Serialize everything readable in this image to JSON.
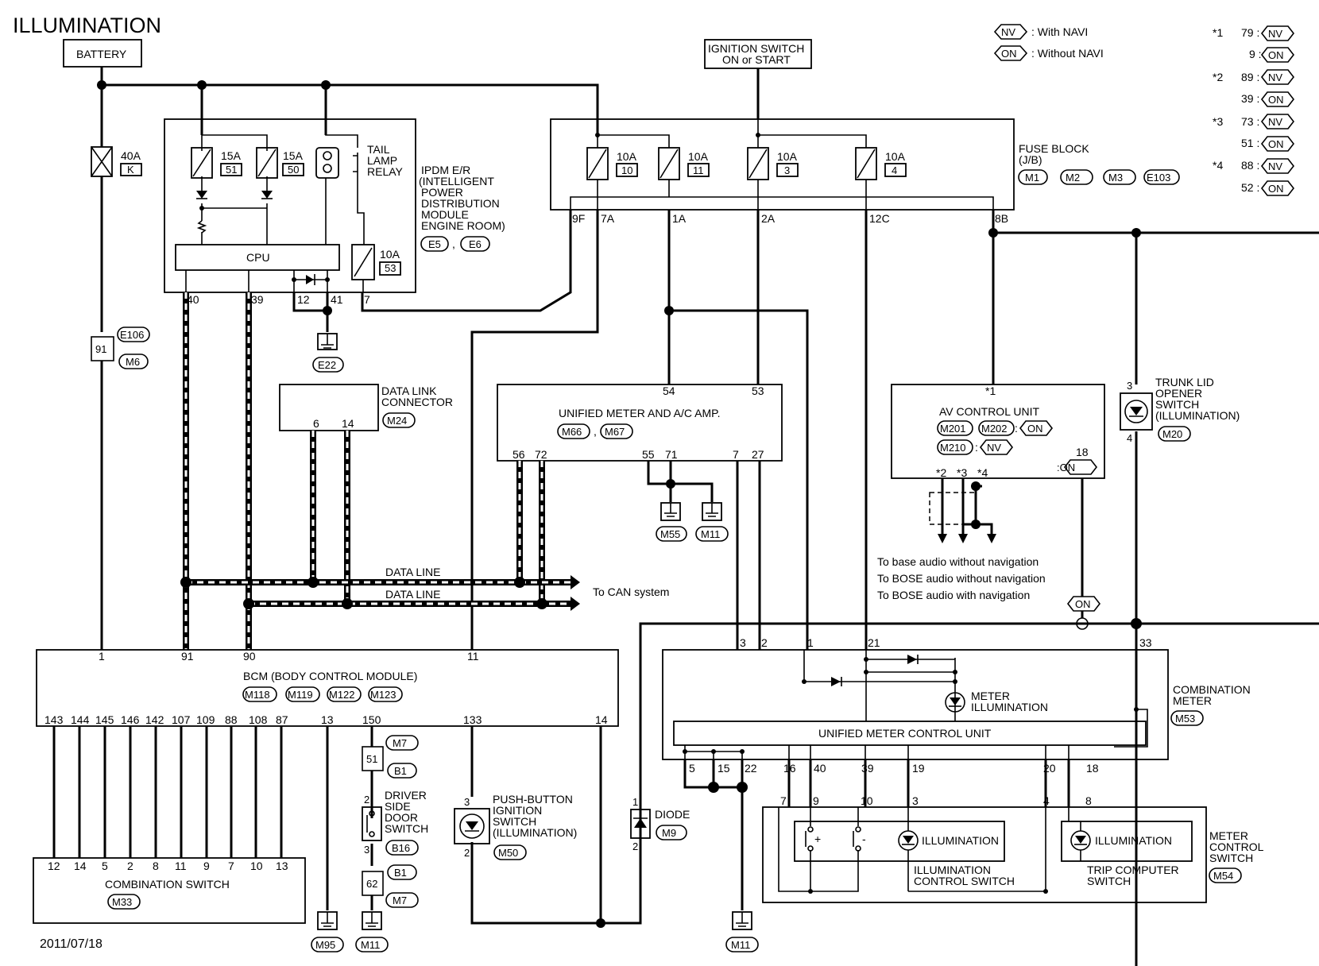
{
  "title": "ILLUMINATION",
  "date": "2011/07/18",
  "legend": {
    "nv": "NV",
    "nv_text": ": With NAVI",
    "on": "ON",
    "on_text": ": Without NAVI",
    "notes": [
      {
        "star": "*1",
        "rows": [
          {
            "pin": "79 :",
            "tag": "NV"
          },
          {
            "pin": "9 :",
            "tag": "ON"
          }
        ]
      },
      {
        "star": "*2",
        "rows": [
          {
            "pin": "89 :",
            "tag": "NV"
          },
          {
            "pin": "39 :",
            "tag": "ON"
          }
        ]
      },
      {
        "star": "*3",
        "rows": [
          {
            "pin": "73 :",
            "tag": "NV"
          },
          {
            "pin": "51 :",
            "tag": "ON"
          }
        ]
      },
      {
        "star": "*4",
        "rows": [
          {
            "pin": "88 :",
            "tag": "NV"
          },
          {
            "pin": "52 :",
            "tag": "ON"
          }
        ]
      }
    ]
  },
  "battery": {
    "label": "BATTERY",
    "fuse": "40A",
    "fuse_id": "K",
    "conn": "91",
    "c1": "E106",
    "c2": "M6"
  },
  "ignition": {
    "line1": "IGNITION SWITCH",
    "line2": "ON or START"
  },
  "ipdm": {
    "name": [
      "IPDM E/R",
      "(INTELLIGENT",
      "POWER",
      "DISTRIBUTION",
      "MODULE",
      "ENGINE ROOM)"
    ],
    "c1": "E5",
    "c2": "E6",
    "fuse1": "15A",
    "fuse1_id": "51",
    "fuse2": "15A",
    "fuse2_id": "50",
    "relay": [
      "TAIL",
      "LAMP",
      "RELAY"
    ],
    "fuse3": "10A",
    "fuse3_id": "53",
    "cpu": "CPU",
    "pins": [
      "40",
      "39",
      "12",
      "41",
      "7"
    ],
    "ground": "E22"
  },
  "fuse_block": {
    "name": [
      "FUSE BLOCK",
      "(J/B)"
    ],
    "conns": [
      "M1",
      "M2",
      "M3",
      "E103"
    ],
    "fuses": [
      {
        "a": "10A",
        "id": "10"
      },
      {
        "a": "10A",
        "id": "11"
      },
      {
        "a": "10A",
        "id": "3"
      },
      {
        "a": "10A",
        "id": "4"
      }
    ],
    "pins": [
      "9F",
      "7A",
      "1A",
      "2A",
      "12C",
      "8B"
    ]
  },
  "dlc": {
    "name": [
      "DATA LINK",
      "CONNECTOR"
    ],
    "conn": "M24",
    "pins": [
      "6",
      "14"
    ]
  },
  "meter_amp": {
    "name": "UNIFIED METER AND A/C AMP.",
    "c1": "M66",
    "c2": "M67",
    "top_pins": [
      "54",
      "53"
    ],
    "bot_pins": [
      "56",
      "72",
      "55",
      "71",
      "7",
      "27"
    ],
    "g1": "M55",
    "g2": "M11"
  },
  "av": {
    "star": "*1",
    "name": "AV CONTROL UNIT",
    "c1": "M201",
    "c2": "M202",
    "on": "ON",
    "c3": "M210",
    "nv": "NV",
    "pin18": "18",
    "on18": ":ON",
    "stars": [
      "*2",
      "*3",
      "*4"
    ],
    "dest": [
      "To base audio without navigation",
      "To BOSE audio without navigation",
      "To BOSE audio with navigation"
    ],
    "on_tag": "ON"
  },
  "trunk": {
    "name": [
      "TRUNK LID",
      "OPENER",
      "SWITCH",
      "(ILLUMINATION)"
    ],
    "conn": "M20",
    "p1": "3",
    "p2": "4"
  },
  "data_line": {
    "label": "DATA LINE",
    "can": "To CAN system"
  },
  "bcm": {
    "name": "BCM (BODY CONTROL MODULE)",
    "conns": [
      "M118",
      "M119",
      "M122",
      "M123"
    ],
    "top_pins": [
      "1",
      "91",
      "90",
      "11"
    ],
    "bot_pins": [
      "143",
      "144",
      "145",
      "146",
      "142",
      "107",
      "109",
      "88",
      "108",
      "87",
      "13",
      "150",
      "133",
      "14"
    ]
  },
  "combo_switch": {
    "name": "COMBINATION SWITCH",
    "conn": "M33",
    "pins": [
      "12",
      "14",
      "5",
      "2",
      "8",
      "11",
      "9",
      "7",
      "10",
      "13"
    ]
  },
  "ground_m95": "M95",
  "door": {
    "c1": "M7",
    "c2": "B1",
    "p": "51",
    "name": [
      "DRIVER",
      "SIDE",
      "DOOR",
      "SWITCH"
    ],
    "conn": "B16",
    "c3": "B1",
    "c4": "M7",
    "p2": "62",
    "pin2": "2",
    "pin3": "3",
    "ground": "M11"
  },
  "push": {
    "name": [
      "PUSH-BUTTON",
      "IGNITION",
      "SWITCH",
      "(ILLUMINATION)"
    ],
    "conn": "M50",
    "p1": "3",
    "p2": "2"
  },
  "diode": {
    "name": "DIODE",
    "conn": "M9",
    "p1": "1",
    "p2": "2"
  },
  "combo_meter": {
    "name": [
      "COMBINATION",
      "METER"
    ],
    "conn": "M53",
    "top_pins": [
      "3",
      "2",
      "1",
      "21",
      "33"
    ],
    "illum": [
      "METER",
      "ILLUMINATION"
    ],
    "ucu": "UNIFIED METER CONTROL UNIT",
    "bot_pins": [
      "5",
      "15",
      "22",
      "16",
      "40",
      "39",
      "19",
      "20",
      "18"
    ],
    "ground": "M11"
  },
  "meter_switch": {
    "name": [
      "METER",
      "CONTROL",
      "SWITCH"
    ],
    "conn": "M54",
    "pins": [
      "7",
      "9",
      "10",
      "3",
      "4",
      "8"
    ],
    "illum1": "ILLUMINATION",
    "illum2": "ILLUMINATION",
    "ics": [
      "ILLUMINATION",
      "CONTROL SWITCH"
    ],
    "tcs": [
      "TRIP COMPUTER",
      "SWITCH"
    ],
    "plus": "+",
    "minus": "-"
  }
}
